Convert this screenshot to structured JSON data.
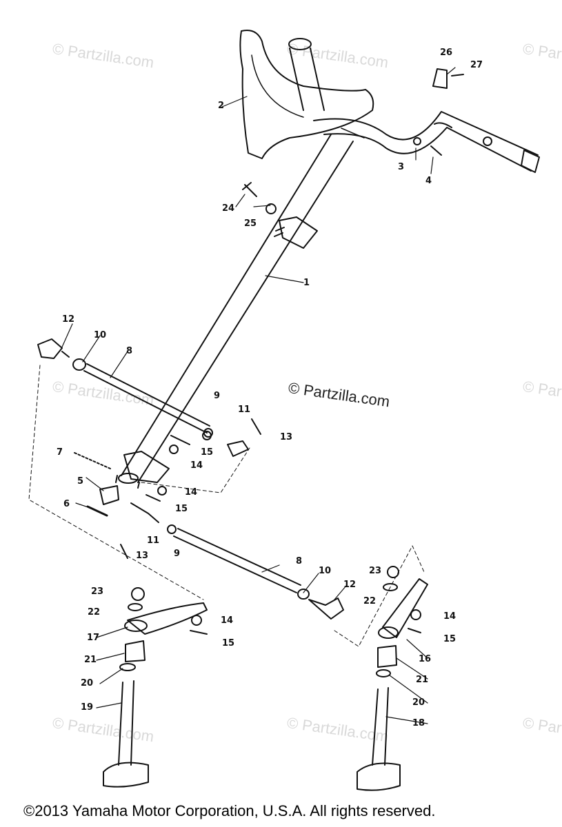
{
  "watermark": "© Partzilla.com",
  "watermark_main": "© Partzilla.com",
  "copyright": "©2013  Yamaha Motor Corporation, U.S.A. All rights reserved.",
  "callouts": {
    "c1": "1",
    "c2": "2",
    "c3": "3",
    "c4": "4",
    "c5": "5",
    "c6": "6",
    "c7": "7",
    "c8a": "8",
    "c8b": "8",
    "c9a": "9",
    "c9b": "9",
    "c10a": "10",
    "c10b": "10",
    "c11a": "11",
    "c11b": "11",
    "c12a": "12",
    "c12b": "12",
    "c13a": "13",
    "c13b": "13",
    "c14a": "14",
    "c14b": "14",
    "c14c": "14",
    "c14d": "14",
    "c15a": "15",
    "c15b": "15",
    "c15c": "15",
    "c15d": "15",
    "c16": "16",
    "c17": "17",
    "c18": "18",
    "c19": "19",
    "c20a": "20",
    "c20b": "20",
    "c21a": "21",
    "c21b": "21",
    "c22a": "22",
    "c22b": "22",
    "c23a": "23",
    "c23b": "23",
    "c24": "24",
    "c25": "25",
    "c26": "26",
    "c27": "27"
  }
}
